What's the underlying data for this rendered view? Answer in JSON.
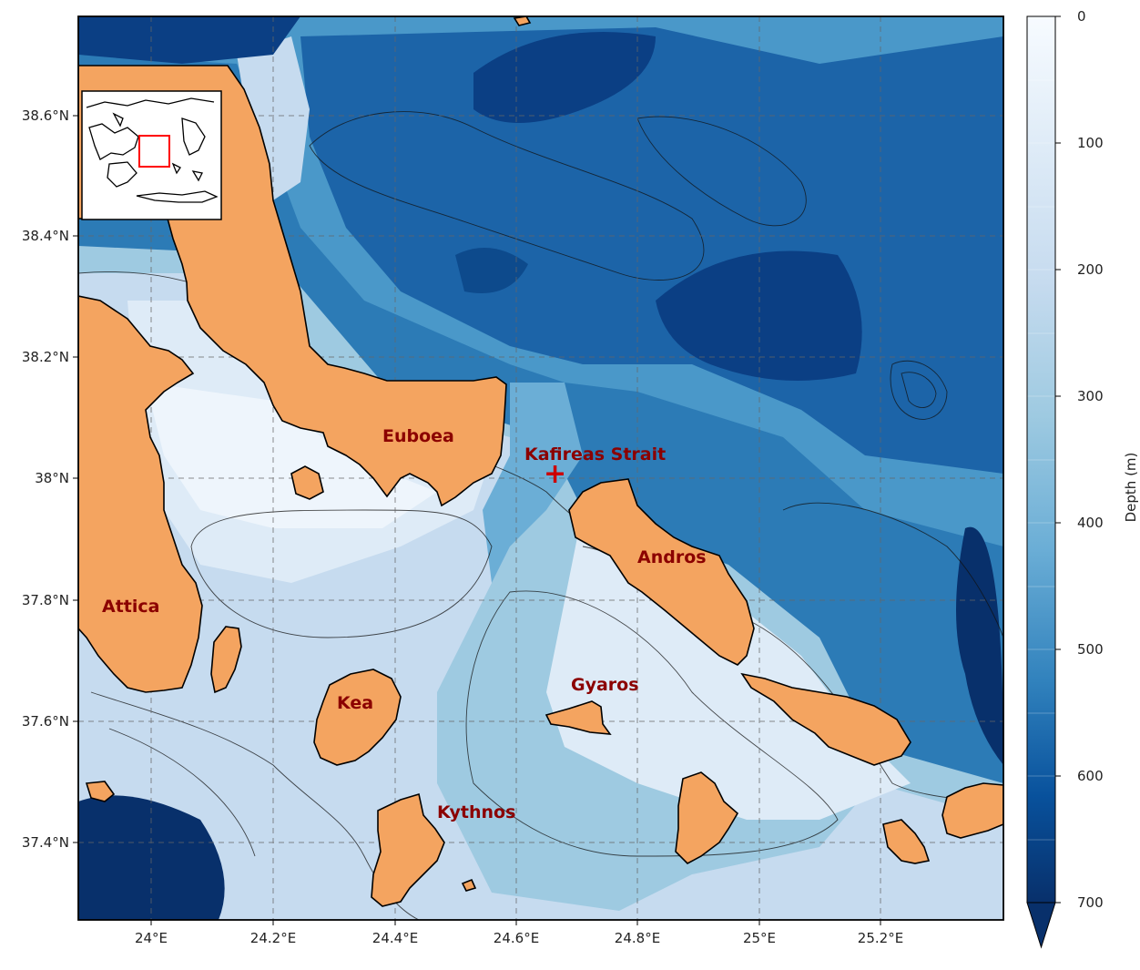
{
  "map": {
    "latitude_ticks": [
      "38.6°N",
      "38.4°N",
      "38.2°N",
      "38°N",
      "37.8°N",
      "37.6°N",
      "37.4°N"
    ],
    "longitude_ticks": [
      "24°E",
      "24.2°E",
      "24.4°E",
      "24.6°E",
      "24.8°E",
      "25°E",
      "25.2°E"
    ],
    "place_labels": {
      "euboea": "Euboea",
      "kafireas": "Kafireas Strait",
      "andros": "Andros",
      "attica": "Attica",
      "gyaros": "Gyaros",
      "kea": "Kea",
      "kythnos": "Kythnos"
    },
    "marker": "+",
    "colors": {
      "land": "#f4a460",
      "label": "#8b0000",
      "marker": "#cc0000",
      "deep": "#08306b",
      "shallow": "#f7fbff"
    }
  },
  "colorbar": {
    "label": "Depth (m)",
    "ticks": [
      "0",
      "100",
      "200",
      "300",
      "400",
      "500",
      "600",
      "700"
    ],
    "range": [
      0,
      700
    ],
    "extend": "max"
  },
  "inset": {
    "region_box_color": "#ff0000"
  }
}
